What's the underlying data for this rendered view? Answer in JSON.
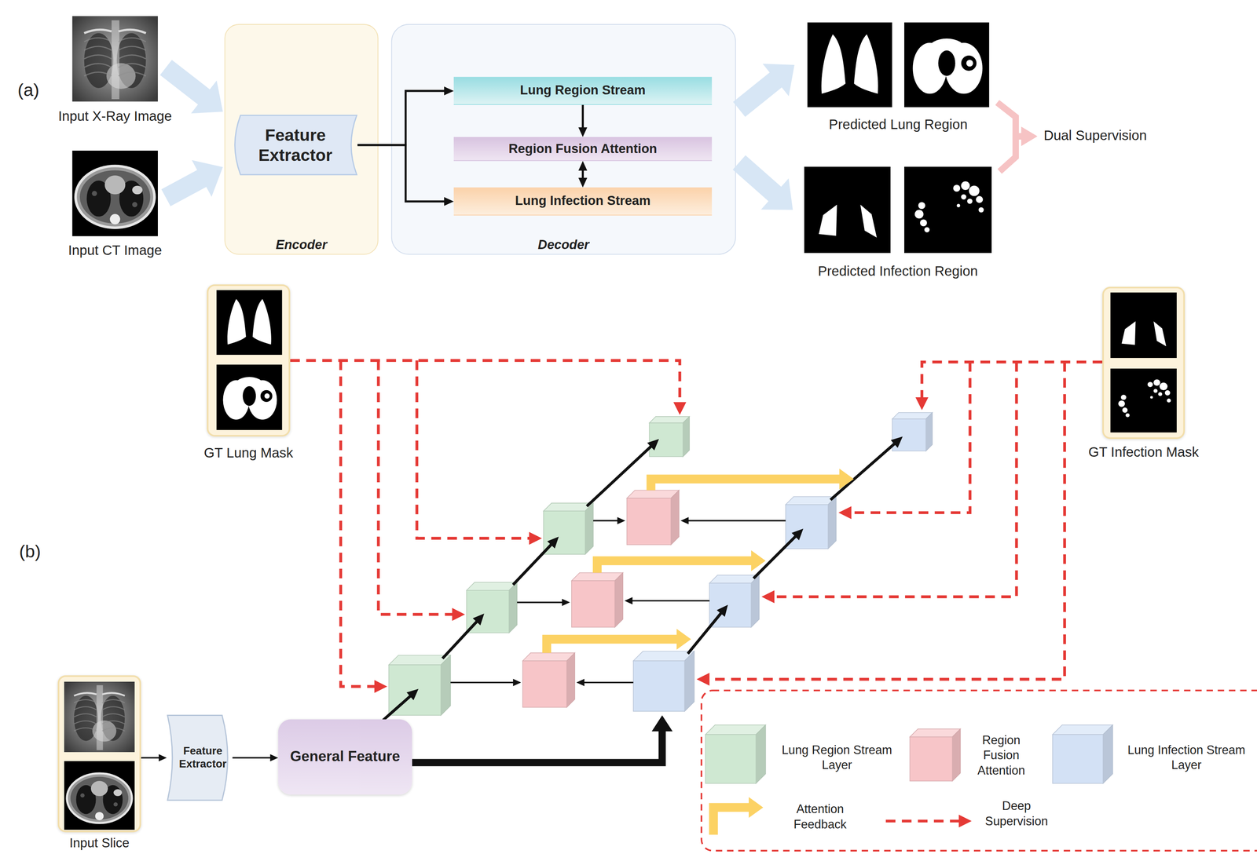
{
  "diagram": {
    "nodes": [
      {
        "text": [
          "Input X-Ray Image"
        ]
      },
      {
        "text": [
          "Input CT Image"
        ]
      },
      {
        "text": [
          "Encoder"
        ]
      },
      {
        "text": [
          "Feature Extractor"
        ],
        "in": 2
      },
      {
        "text": [
          "Decoder"
        ]
      },
      {
        "text": [
          "Lung Region Stream"
        ],
        "in": 4
      },
      {
        "text": [
          "Region Fusion Attention"
        ],
        "in": 4
      },
      {
        "text": [
          "Lung Infection Stream"
        ],
        "in": 4
      },
      {
        "text": [
          "Predicted Lung Region"
        ]
      },
      {
        "text": [
          "Predicted Infection Region"
        ]
      },
      {
        "text": [
          "Dual Supervision"
        ]
      },
      {
        "text": [
          "GT Lung Mask"
        ]
      },
      {
        "text": [
          "GT Infection Mask"
        ]
      },
      {
        "text": [
          "Input Slice"
        ]
      },
      {
        "text": [
          "Feature Extractor"
        ]
      },
      {
        "text": [
          "General Feature"
        ]
      }
    ],
    "edges": [
      {
        "from": 0,
        "to": 2,
        "arrow": "to"
      },
      {
        "from": 1,
        "to": 2,
        "arrow": "to"
      },
      {
        "from": 3,
        "to": 5,
        "arrow": "to"
      },
      {
        "from": 3,
        "to": 7,
        "arrow": "to"
      },
      {
        "from": 5,
        "to": 6,
        "arrow": "to"
      },
      {
        "from": 6,
        "to": 7,
        "arrow": "both"
      },
      {
        "from": 4,
        "to": 8,
        "arrow": "to"
      },
      {
        "from": 4,
        "to": 9,
        "arrow": "to"
      },
      {
        "from": 8,
        "to": 10,
        "arrow": "to"
      },
      {
        "from": 9,
        "to": 10,
        "arrow": "to"
      },
      {
        "from": 13,
        "to": 14,
        "arrow": "to"
      },
      {
        "from": 14,
        "to": 15,
        "arrow": "to"
      }
    ],
    "labels": [
      "(a)",
      "(b)"
    ],
    "legend": [
      {
        "text": "Lung Region Stream Layer",
        "color": "#cfe8d2"
      },
      {
        "text": "Region Fusion Attention",
        "color": "#f7c5c8"
      },
      {
        "text": "Lung Infection Stream Layer",
        "color": "#d3e1f5"
      },
      {
        "text": "Attention Feedback"
      },
      {
        "text": "Deep Supervision"
      }
    ]
  }
}
